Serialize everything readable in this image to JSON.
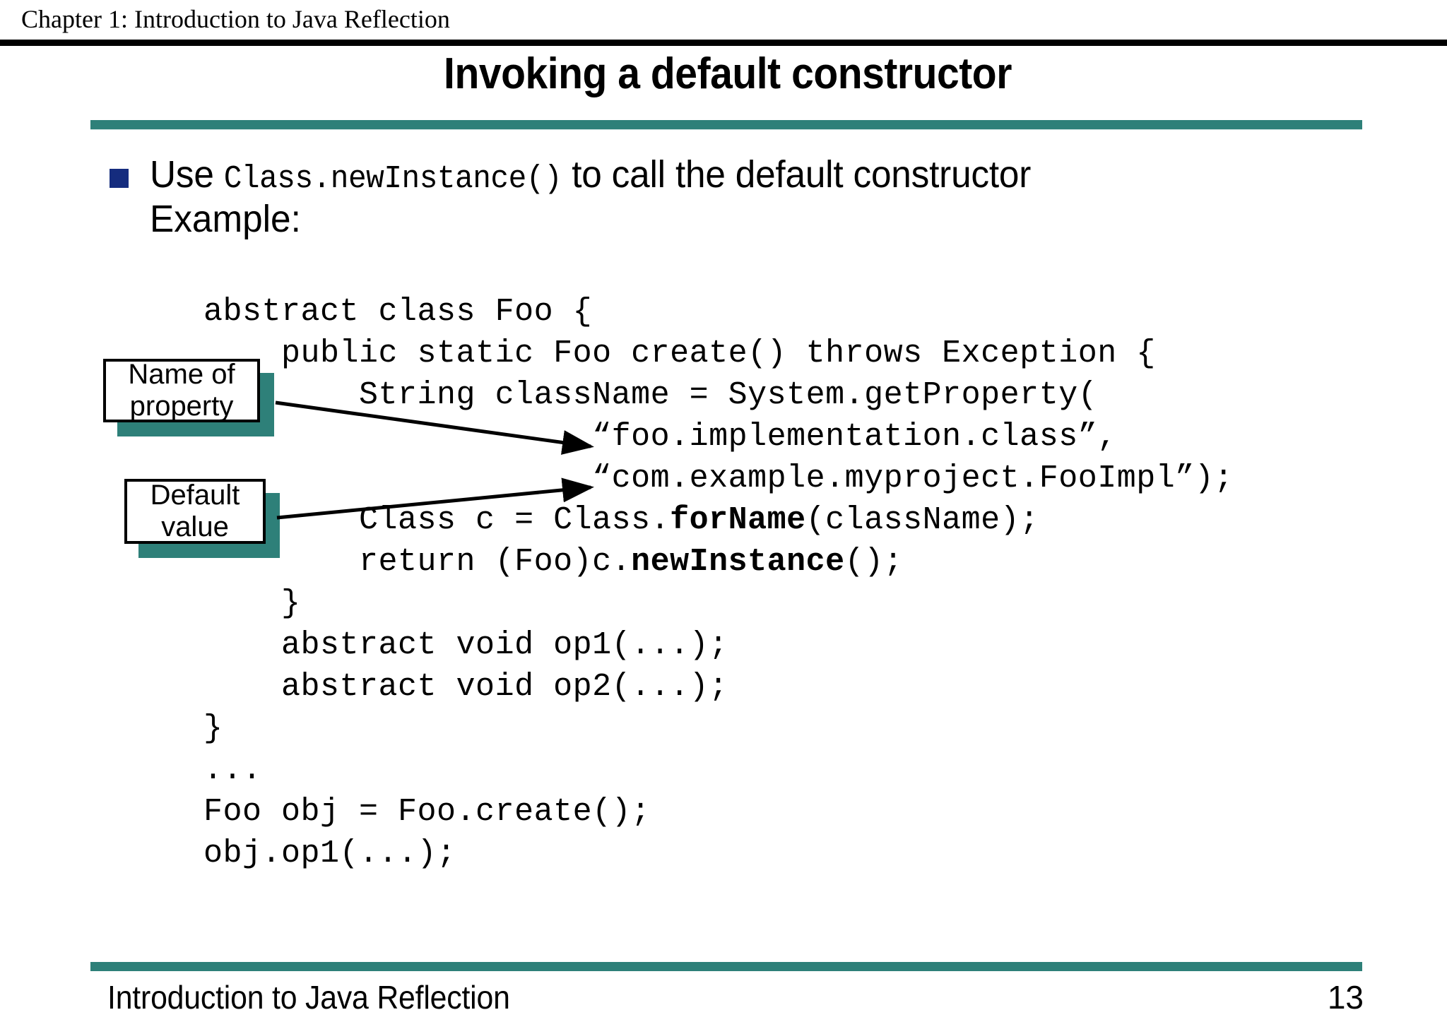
{
  "header": {
    "chapter_label": "Chapter 1: Introduction to Java Reflection"
  },
  "title": "Invoking a default constructor",
  "accent_color": "#2E8079",
  "bullet_color": "#152C7E",
  "bullet": {
    "line1_before": "Use ",
    "line1_code": "Class.newInstance()",
    "line1_after": " to call the default constructor",
    "line2": "Example:"
  },
  "code": {
    "lines": [
      {
        "text": "abstract class Foo {"
      },
      {
        "text": "    public static Foo create() throws Exception {"
      },
      {
        "text": "        String className = System.getProperty("
      },
      {
        "text": "                    “foo.implementation.class”,"
      },
      {
        "text": "                    “com.example.myproject.FooImpl”);"
      },
      {
        "pre": "        Class c = Class.",
        "bold": "forName",
        "post": "(className);"
      },
      {
        "pre": "        return (Foo)c.",
        "bold": "newInstance",
        "post": "();"
      },
      {
        "text": "    }"
      },
      {
        "text": "    abstract void op1(...);"
      },
      {
        "text": "    abstract void op2(...);"
      },
      {
        "text": "}"
      },
      {
        "text": "..."
      },
      {
        "text": "Foo obj = Foo.create();"
      },
      {
        "text": "obj.op1(...);"
      }
    ]
  },
  "callouts": {
    "name_of_property": {
      "line1": "Name of",
      "line2": "property"
    },
    "default_value": {
      "line1": "Default",
      "line2": "value"
    }
  },
  "footer": {
    "left": "Introduction to Java Reflection",
    "page_number": "13"
  }
}
